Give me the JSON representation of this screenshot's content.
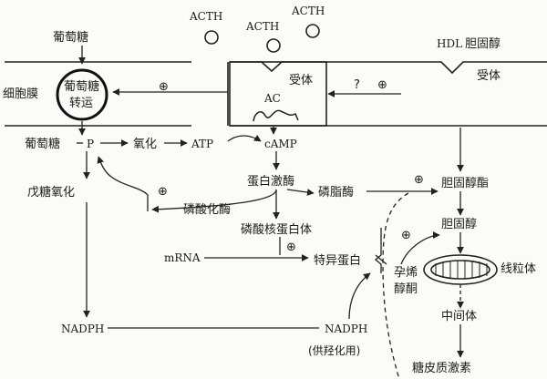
{
  "labels": {
    "acth": "ACTH",
    "hdl": "HDL",
    "hdl_cholesterol": "胆固醇",
    "receptor": "受体",
    "question": "?",
    "plus": "⊕",
    "cell_membrane": "细胞膜",
    "glucose_top": "葡萄糖",
    "glucose_transport_line1": "葡萄糖",
    "glucose_transport_line2": "转运",
    "ac": "AC",
    "glucose_p_prefix": "葡萄糖",
    "p": "P",
    "oxidation": "氧化",
    "atp": "ATP",
    "camp": "cAMP",
    "protein_kinase": "蛋白激酶",
    "phosphatase": "磷酸化酶",
    "phospholipase": "磷脂酶",
    "pentose_oxidation": "戊糖氧化",
    "phosphonucleoprotein": "磷酸核蛋白体",
    "mrna": "mRNA",
    "specific_protein": "特异蛋白",
    "cholesterol_ester": "胆固醇酯",
    "cholesterol": "胆固醇",
    "pregnenolone_line1": "孕烯",
    "pregnenolone_line2": "醇酮",
    "mitochondria": "线粒体",
    "intermediate": "中间体",
    "corticosteroid": "糖皮质激素",
    "nadph": "NADPH",
    "hydroxylation_note": "(供羟化用)"
  }
}
